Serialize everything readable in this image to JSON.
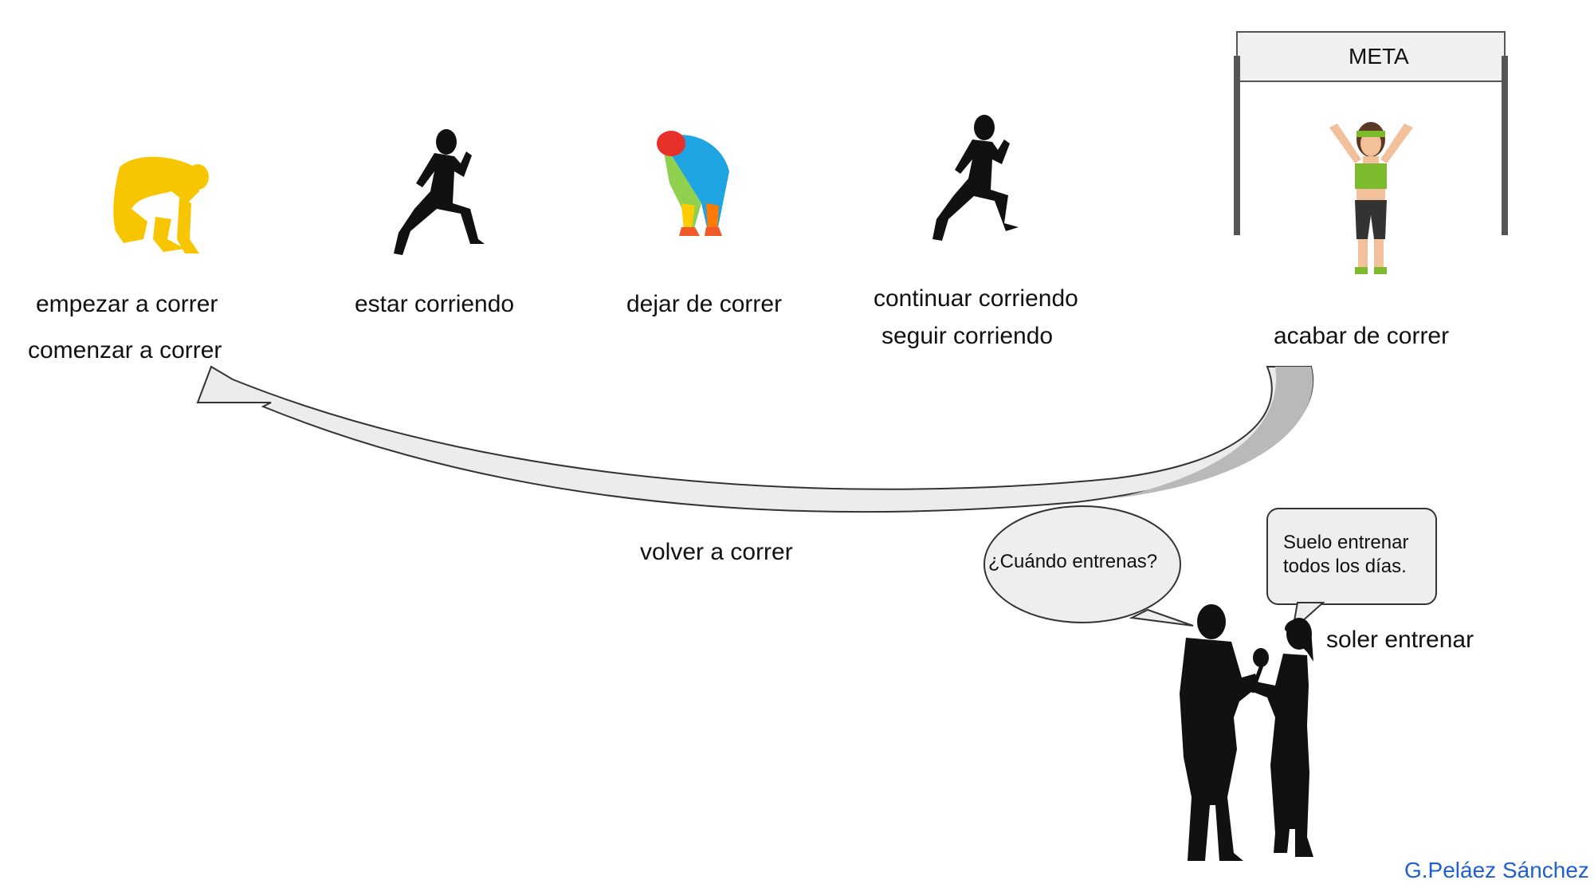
{
  "labels": {
    "empezar": "empezar a correr",
    "comenzar": "comenzar a correr",
    "estar": "estar corriendo",
    "dejar": "dejar de correr",
    "continuar": "continuar corriendo",
    "seguir": "seguir corriendo",
    "acabar": "acabar de correr",
    "volver": "volver a correr",
    "soler": "soler entrenar"
  },
  "finish_banner": "META",
  "speech": {
    "question": "¿Cuándo entrenas?",
    "answer_line1": "Suelo entrenar",
    "answer_line2": "todos los días."
  },
  "credit": "G.Peláez Sánchez",
  "colors": {
    "start_figure": "#f7c600",
    "silhouette": "#111111",
    "arrow_fill": "#ececec",
    "arrow_dark": "#b9b9b9",
    "credit": "#1f5fd0",
    "bubble": "#eeeeee"
  },
  "icons": [
    "crouching-runner-icon",
    "runner-icon",
    "tired-runner-icon",
    "runner-icon",
    "finish-line-icon",
    "celebrating-woman-icon",
    "interview-icon"
  ]
}
